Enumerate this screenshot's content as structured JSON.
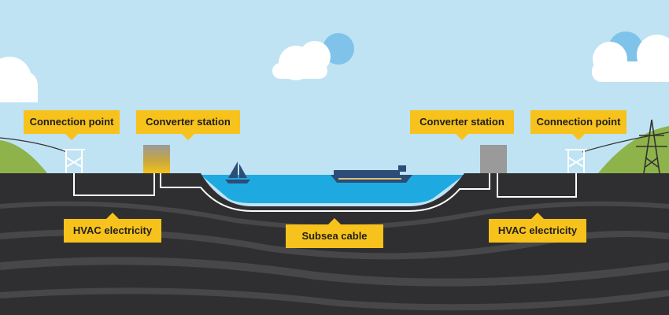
{
  "labels": {
    "connection_point_left": "Connection point",
    "converter_station_left": "Converter station",
    "converter_station_right": "Converter station",
    "connection_point_right": "Connection point",
    "hvac_left": "HVAC electricity",
    "subsea_cable": "Subsea cable",
    "hvac_right": "HVAC electricity"
  },
  "colors": {
    "sky": "#bfe3f3",
    "sea": "#1fa9e1",
    "ground_dark": "#2f2f31",
    "ground_layer": "#4a4a4d",
    "hill": "#8db34a",
    "callout": "#f7c21b",
    "cable": "#ffffff"
  }
}
